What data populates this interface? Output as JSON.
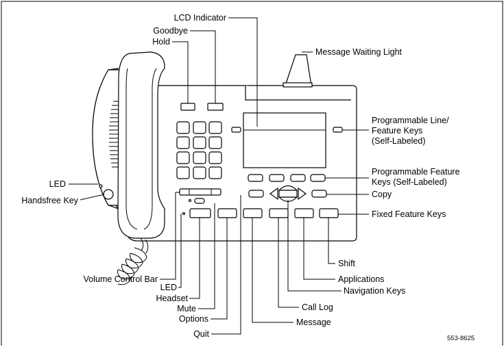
{
  "labels": {
    "lcd_indicator": "LCD Indicator",
    "goodbye": "Goodbye",
    "hold": "Hold",
    "message_waiting_light": "Message Waiting Light",
    "programmable_line_1": "Programmable Line/",
    "programmable_line_2": "Feature Keys",
    "programmable_line_3": "(Self-Labeled)",
    "programmable_feature_1": "Programmable Feature",
    "programmable_feature_2": "Keys (Self-Labeled)",
    "copy": "Copy",
    "fixed_feature_keys": "Fixed Feature Keys",
    "shift": "Shift",
    "applications": "Applications",
    "navigation_keys": "Navigation Keys",
    "call_log": "Call Log",
    "message": "Message",
    "quit": "Quit",
    "options": "Options",
    "mute": "Mute",
    "headset": "Headset",
    "led_lower": "LED",
    "volume_control_bar": "Volume Control Bar",
    "led_side": "LED",
    "handsfree_key": "Handsfree Key"
  },
  "figure_id": "553-8625"
}
